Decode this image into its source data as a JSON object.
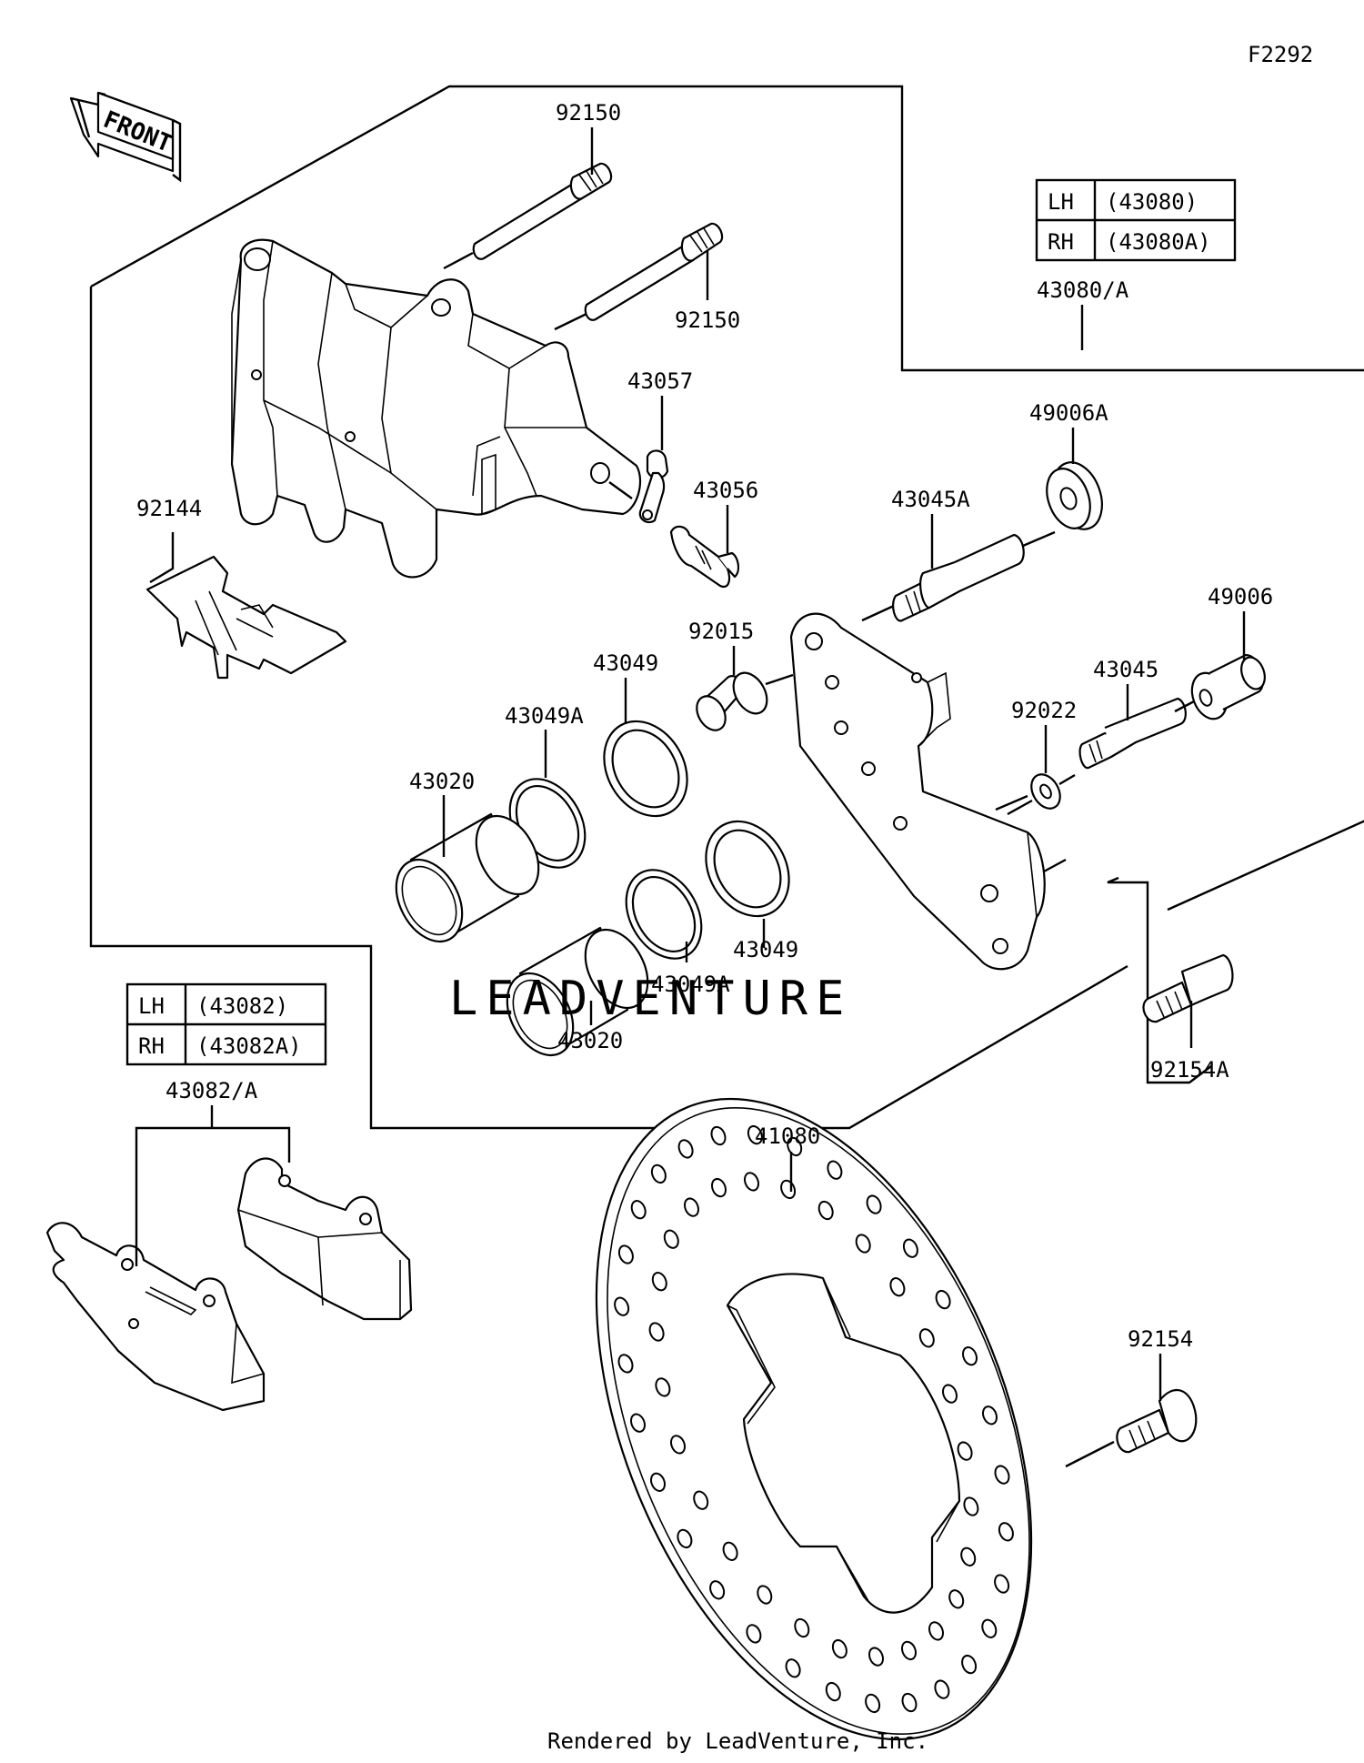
{
  "diagram_code": "F2292",
  "front_arrow_label": "FRONT",
  "watermark": "LEADVENTURE",
  "footer": "Rendered by LeadVenture, Inc.",
  "tables": {
    "caliper_holder": [
      {
        "side": "LH",
        "part": "(43080)"
      },
      {
        "side": "RH",
        "part": "(43080A)"
      }
    ],
    "pads": [
      {
        "side": "LH",
        "part": "(43082)"
      },
      {
        "side": "RH",
        "part": "(43082A)"
      }
    ]
  },
  "callouts": {
    "pin_upper": "92150",
    "pin_lower": "92150",
    "bleeder_cap": "43057",
    "bleeder_valve": "43056",
    "pad_spring": "92144",
    "holder_assy": "43080/A",
    "boot_large": "49006A",
    "shaft_large": "43045A",
    "boot_small": "49006",
    "shaft_small": "43045",
    "collar": "92015",
    "washer": "92022",
    "seal_upper": "43049",
    "seal_lower": "43049",
    "seal_a_upper": "43049A",
    "seal_a_lower": "43049A",
    "piston_upper": "43020",
    "piston_lower": "43020",
    "bolt_caliper": "92154A",
    "pads_assy": "43082/A",
    "disc": "41080",
    "bolt_disc": "92154"
  }
}
